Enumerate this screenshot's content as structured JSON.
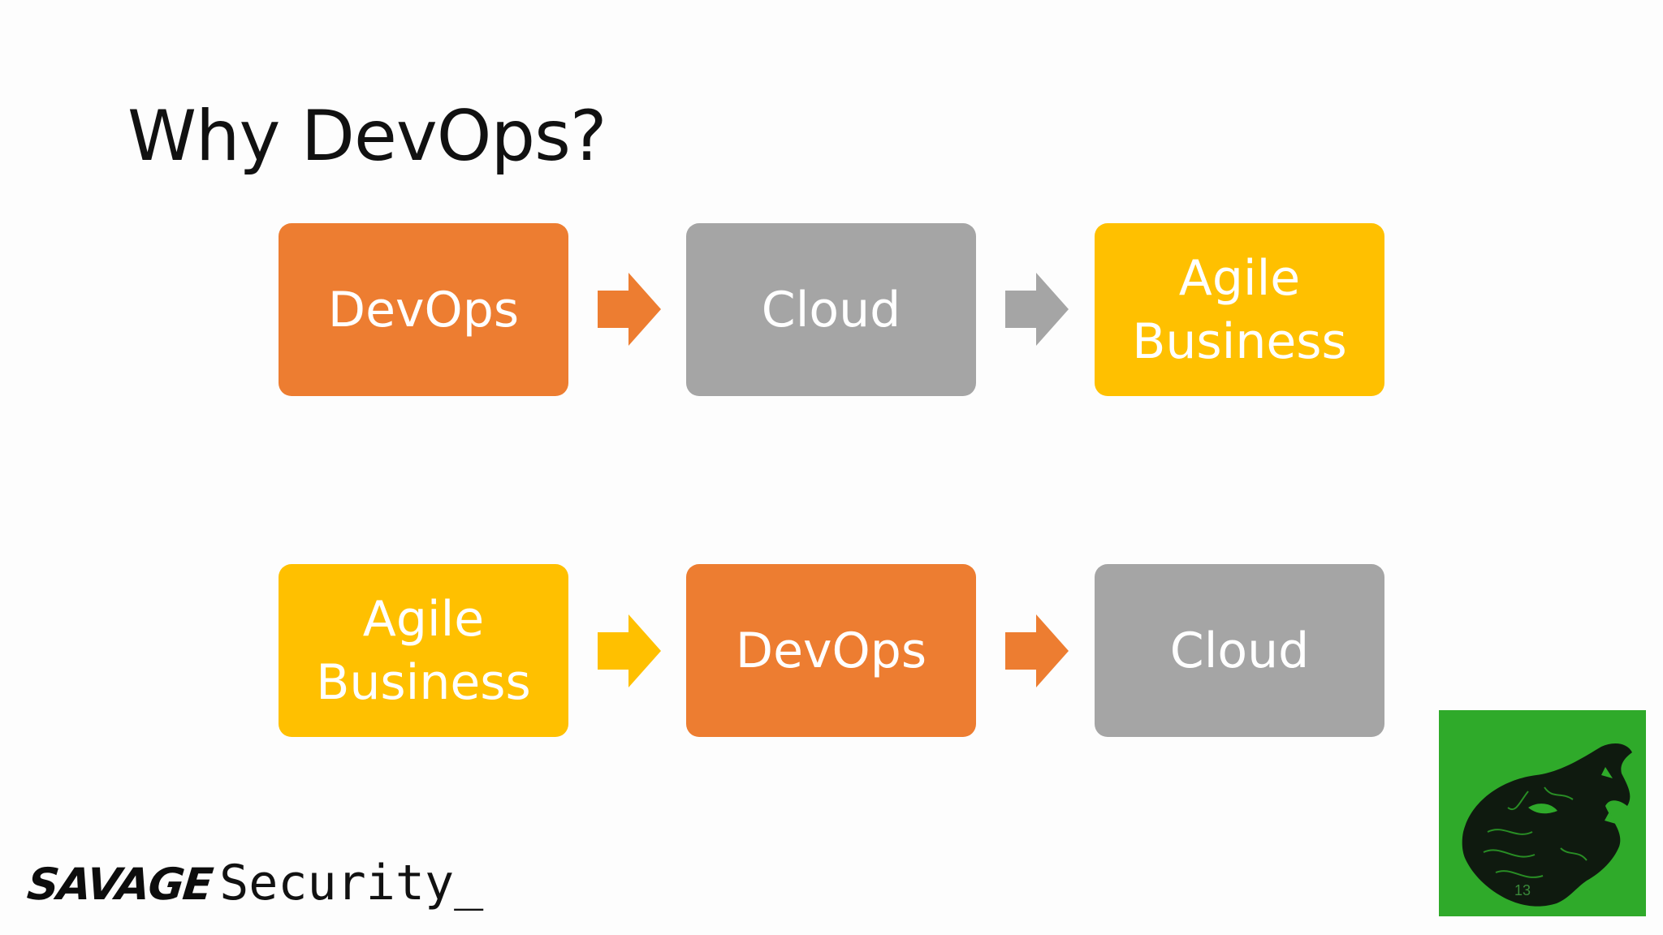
{
  "slide": {
    "title": "Why DevOps?",
    "page_number": "13"
  },
  "rows": [
    {
      "boxes": [
        {
          "lines": [
            "DevOps"
          ],
          "color": "#ed7d31"
        },
        {
          "lines": [
            "Cloud"
          ],
          "color": "#a5a5a5"
        },
        {
          "lines": [
            "Agile",
            "Business"
          ],
          "color": "#ffc000"
        }
      ],
      "arrow_colors": [
        "#ed7d31",
        "#a5a5a5"
      ]
    },
    {
      "boxes": [
        {
          "lines": [
            "Agile",
            "Business"
          ],
          "color": "#ffc000"
        },
        {
          "lines": [
            "DevOps"
          ],
          "color": "#ed7d31"
        },
        {
          "lines": [
            "Cloud"
          ],
          "color": "#a5a5a5"
        }
      ],
      "arrow_colors": [
        "#ffc000",
        "#ed7d31"
      ]
    }
  ],
  "footer": {
    "logo_bold": "SAVAGE",
    "logo_text": "Security_"
  },
  "badge": {
    "icon": "tiger-head-icon",
    "background": "#2faa2a"
  }
}
